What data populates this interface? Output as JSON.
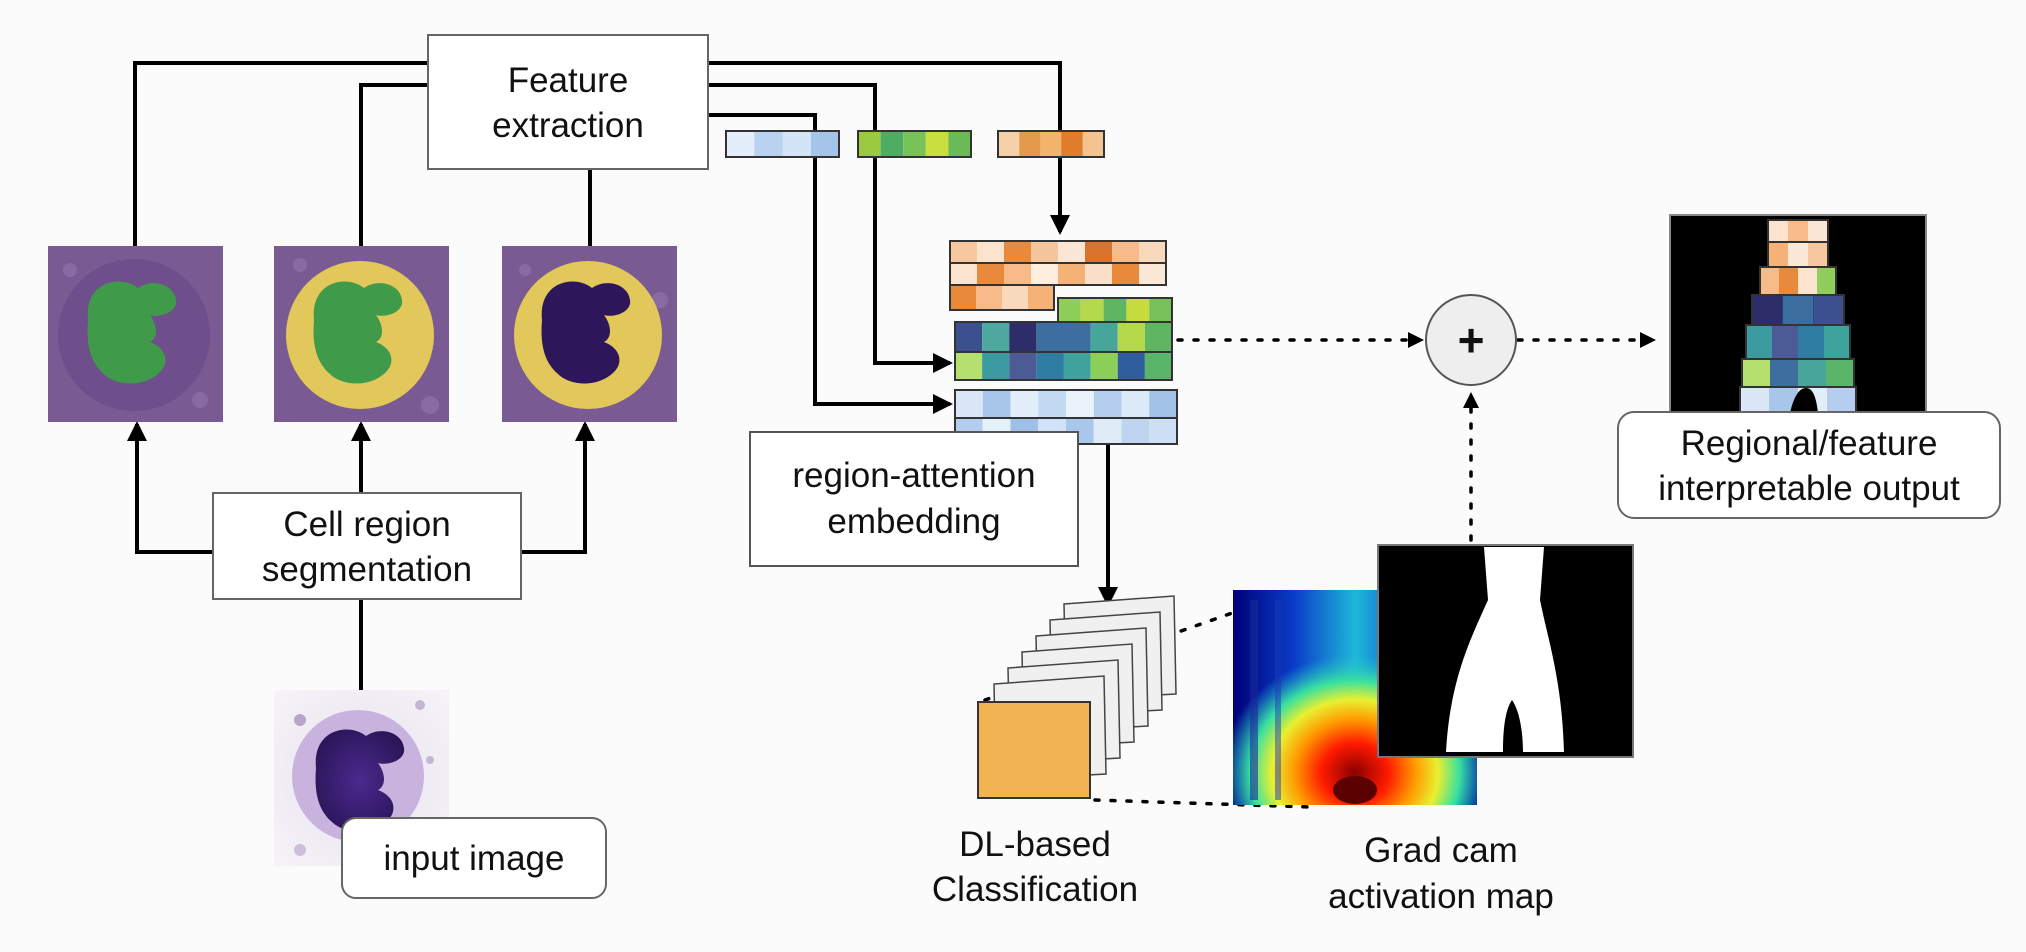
{
  "labels": {
    "feature_extraction": [
      "Feature",
      "extraction"
    ],
    "cell_region_segmentation": [
      "Cell region",
      "segmentation"
    ],
    "input_image": "input image",
    "region_attention_embedding": [
      "region-attention",
      "embedding"
    ],
    "dl_classification": [
      "DL-based",
      "Classification"
    ],
    "grad_cam": [
      "Grad cam",
      "activation map"
    ],
    "interpretable_output": [
      "Regional/feature",
      "interpretable output"
    ],
    "combine_symbol": "+"
  },
  "colors": {
    "cell_background": "#7a5a93",
    "nucleus_green": "#3f9b4a",
    "cytoplasm_yellow": "#e2c85a",
    "nucleus_dark": "#2d1659",
    "orange_feature": "#e08a2e",
    "green_feature": "#8cc63f",
    "blue_feature": "#b8d0ee",
    "classification_box": "#f2b352",
    "combine_circle_fill": "#eeeeee",
    "line": "#000000"
  },
  "feature_vectors": {
    "blue": [
      "#e4eefa",
      "#b9d2f0",
      "#d4e4f7",
      "#a5c4ea"
    ],
    "green": [
      "#9bc940",
      "#4fad63",
      "#78c25a",
      "#c9df3d",
      "#6cbb59"
    ],
    "orange": [
      "#f6d0a8",
      "#e39a4c",
      "#f2b46b",
      "#e07d2a",
      "#f4c38f"
    ]
  },
  "embedding_rows": {
    "orange_1": [
      "#f7c89d",
      "#fbe3cd",
      "#e9893b",
      "#f5c59c",
      "#fae6d4",
      "#d9722b",
      "#f6bb88",
      "#f9d9bc"
    ],
    "orange_2": [
      "#fbe3cd",
      "#e9893b",
      "#f6bb88",
      "#fdeee0",
      "#f5b176",
      "#fae0c8",
      "#e9893b",
      "#fbe8d6"
    ],
    "orange_3": [
      "#e9893b",
      "#f6bb88",
      "#f9d9bc",
      "#f5b176"
    ],
    "green_1": [
      "#8fce5a",
      "#b6d94b",
      "#5fb561",
      "#c7dc3d",
      "#76c15a"
    ],
    "green_2": [
      "#3c4f8f",
      "#4fa8a0",
      "#2d2d6a",
      "#3d6ea0",
      "#3d6ea0",
      "#48a59a",
      "#b6d94b",
      "#5fb561"
    ],
    "green_3": [
      "#b6e06d",
      "#3b9ba0",
      "#4c5b95",
      "#2f7ea1",
      "#3da39c",
      "#8ccf5a",
      "#2e5f9c",
      "#5ab56a"
    ],
    "blue_1": [
      "#d9e7f7",
      "#a8c6ea",
      "#e4eefa",
      "#c4d9f2",
      "#eaf2fb",
      "#b5cdee",
      "#dce9f8",
      "#a3c2e8"
    ],
    "blue_2": [
      "#b4cced",
      "#e6f0fa",
      "#9fbfe6",
      "#d1e2f6",
      "#a9c7eb",
      "#e0ebf8",
      "#bed4f0",
      "#cddff4"
    ]
  }
}
